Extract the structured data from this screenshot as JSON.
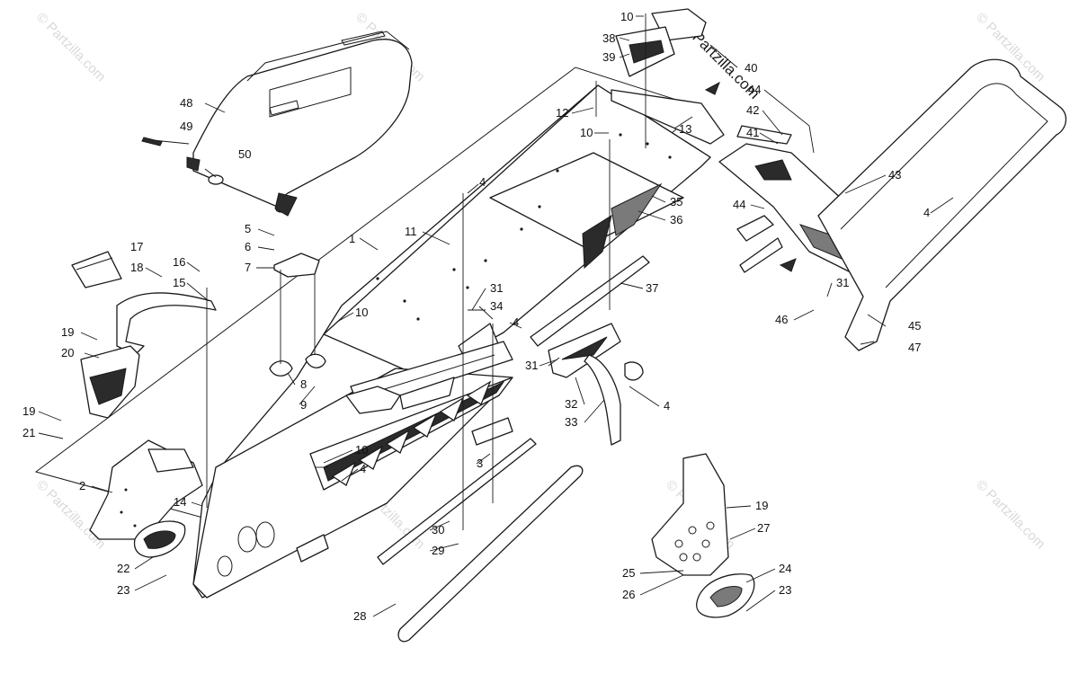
{
  "watermark": "© Partzilla.com",
  "callouts": [
    {
      "id": "c10a",
      "text": "10"
    },
    {
      "id": "c38",
      "text": "38"
    },
    {
      "id": "c39",
      "text": "39"
    },
    {
      "id": "c40",
      "text": "40"
    },
    {
      "id": "c44a",
      "text": "44"
    },
    {
      "id": "c42",
      "text": "42"
    },
    {
      "id": "c41",
      "text": "41"
    },
    {
      "id": "c43",
      "text": "43"
    },
    {
      "id": "c44b",
      "text": "44"
    },
    {
      "id": "c4a",
      "text": "4"
    },
    {
      "id": "c12",
      "text": "12"
    },
    {
      "id": "c13",
      "text": "13"
    },
    {
      "id": "c10b",
      "text": "10"
    },
    {
      "id": "c48",
      "text": "48"
    },
    {
      "id": "c49",
      "text": "49"
    },
    {
      "id": "c50",
      "text": "50"
    },
    {
      "id": "c4b",
      "text": "4"
    },
    {
      "id": "c35",
      "text": "35"
    },
    {
      "id": "c36",
      "text": "36"
    },
    {
      "id": "c5",
      "text": "5"
    },
    {
      "id": "c6",
      "text": "6"
    },
    {
      "id": "c7",
      "text": "7"
    },
    {
      "id": "c1",
      "text": "1"
    },
    {
      "id": "c11",
      "text": "11"
    },
    {
      "id": "c17",
      "text": "17"
    },
    {
      "id": "c18",
      "text": "18"
    },
    {
      "id": "c16",
      "text": "16"
    },
    {
      "id": "c15",
      "text": "15"
    },
    {
      "id": "c37",
      "text": "37"
    },
    {
      "id": "c31a",
      "text": "31"
    },
    {
      "id": "c34",
      "text": "34"
    },
    {
      "id": "c4c",
      "text": "4"
    },
    {
      "id": "c31b",
      "text": "31"
    },
    {
      "id": "c46",
      "text": "46"
    },
    {
      "id": "c45",
      "text": "45"
    },
    {
      "id": "c47",
      "text": "47"
    },
    {
      "id": "c10c",
      "text": "10"
    },
    {
      "id": "c19a",
      "text": "19"
    },
    {
      "id": "c20",
      "text": "20"
    },
    {
      "id": "c8",
      "text": "8"
    },
    {
      "id": "c9",
      "text": "9"
    },
    {
      "id": "c31c",
      "text": "31"
    },
    {
      "id": "c32",
      "text": "32"
    },
    {
      "id": "c4d",
      "text": "4"
    },
    {
      "id": "c33",
      "text": "33"
    },
    {
      "id": "c19b",
      "text": "19"
    },
    {
      "id": "c21",
      "text": "21"
    },
    {
      "id": "c10d",
      "text": "10"
    },
    {
      "id": "c4e",
      "text": "4"
    },
    {
      "id": "c3",
      "text": "3"
    },
    {
      "id": "c2",
      "text": "2"
    },
    {
      "id": "c14",
      "text": "14"
    },
    {
      "id": "c19c",
      "text": "19"
    },
    {
      "id": "c27",
      "text": "27"
    },
    {
      "id": "c30",
      "text": "30"
    },
    {
      "id": "c29",
      "text": "29"
    },
    {
      "id": "c24",
      "text": "24"
    },
    {
      "id": "c22",
      "text": "22"
    },
    {
      "id": "c25",
      "text": "25"
    },
    {
      "id": "c23a",
      "text": "23"
    },
    {
      "id": "c26",
      "text": "26"
    },
    {
      "id": "c23b",
      "text": "23"
    },
    {
      "id": "c28",
      "text": "28"
    }
  ]
}
